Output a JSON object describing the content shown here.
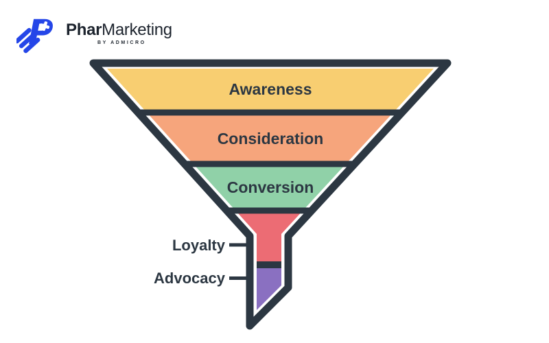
{
  "brand": {
    "name_bold": "Phar",
    "name_regular": "Marketing",
    "tagline": "BY ADMICRO",
    "icon_color": "#2546E8",
    "text_color": "#1C232D"
  },
  "funnel": {
    "type": "funnel",
    "outline_color": "#2C3742",
    "label_color": "#2C3742",
    "gap_color": "#FFFFFF",
    "stages": [
      {
        "label": "Awareness",
        "color": "#F8CE71",
        "label_placement": "inside"
      },
      {
        "label": "Consideration",
        "color": "#F6A57C",
        "label_placement": "inside"
      },
      {
        "label": "Conversion",
        "color": "#90D1A8",
        "label_placement": "inside"
      },
      {
        "label": "Loyalty",
        "color": "#EC6C74",
        "label_placement": "outside-left"
      },
      {
        "label": "Advocacy",
        "color": "#8A70C1",
        "label_placement": "outside-left"
      }
    ]
  }
}
